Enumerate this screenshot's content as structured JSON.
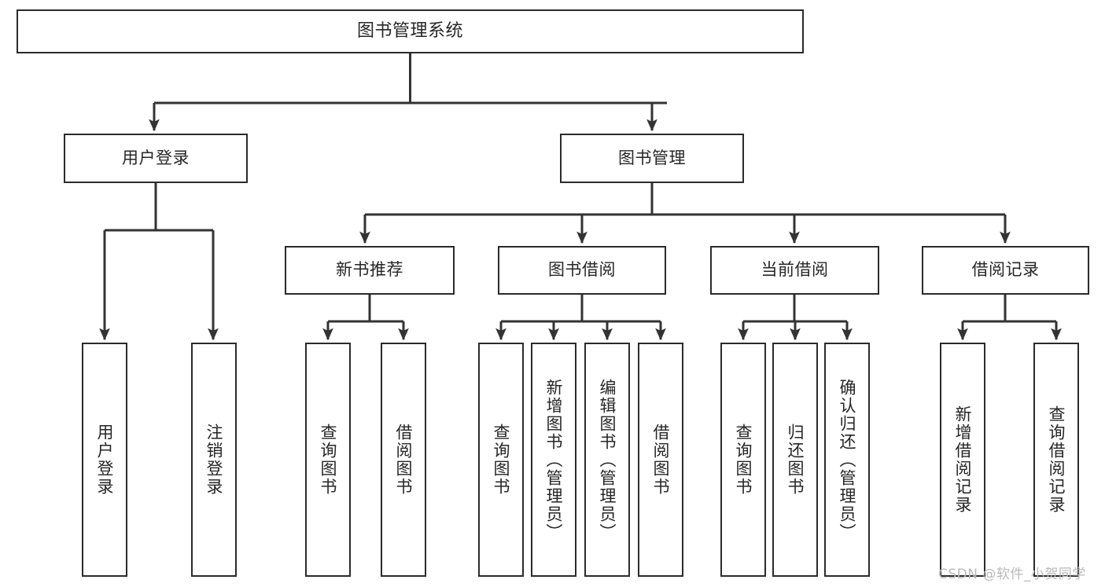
{
  "diagram": {
    "title": "图书管理系统",
    "type": "tree",
    "watermark": "CSDN @软件_小贺同学",
    "colors": {
      "node_border": "#2b2b2b",
      "node_fill": "#ffffff",
      "edge": "#333333",
      "text": "#262626",
      "watermark": "#b9b9b9",
      "background": "#ffffff"
    },
    "nodes": {
      "root": {
        "label": "图书管理系统",
        "level": 1,
        "orientation": "horizontal"
      },
      "user_login": {
        "label": "用户登录",
        "level": 2,
        "orientation": "horizontal"
      },
      "book_manage": {
        "label": "图书管理",
        "level": 2,
        "orientation": "horizontal"
      },
      "new_book_rec": {
        "label": "新书推荐",
        "level": 3,
        "orientation": "horizontal"
      },
      "book_borrow": {
        "label": "图书借阅",
        "level": 3,
        "orientation": "horizontal"
      },
      "current_borrow": {
        "label": "当前借阅",
        "level": 3,
        "orientation": "horizontal"
      },
      "borrow_record": {
        "label": "借阅记录",
        "level": 3,
        "orientation": "horizontal"
      },
      "leaf_user_login": {
        "label": "用户登录",
        "level": 4,
        "orientation": "vertical"
      },
      "leaf_logout": {
        "label": "注销登录",
        "level": 4,
        "orientation": "vertical"
      },
      "leaf_query_book_1": {
        "label": "查询图书",
        "level": 4,
        "orientation": "vertical"
      },
      "leaf_borrow_book_1": {
        "label": "借阅图书",
        "level": 4,
        "orientation": "vertical"
      },
      "leaf_query_book_2": {
        "label": "查询图书",
        "level": 4,
        "orientation": "vertical"
      },
      "leaf_add_book": {
        "label": "新增图书（管理员）",
        "level": 4,
        "orientation": "vertical"
      },
      "leaf_edit_book": {
        "label": "编辑图书（管理员）",
        "level": 4,
        "orientation": "vertical"
      },
      "leaf_borrow_book_2": {
        "label": "借阅图书",
        "level": 4,
        "orientation": "vertical"
      },
      "leaf_query_book_3": {
        "label": "查询图书",
        "level": 4,
        "orientation": "vertical"
      },
      "leaf_return_book": {
        "label": "归还图书",
        "level": 4,
        "orientation": "vertical"
      },
      "leaf_confirm_return": {
        "label": "确认归还（管理员）",
        "level": 4,
        "orientation": "vertical"
      },
      "leaf_add_record": {
        "label": "新增借阅记录",
        "level": 4,
        "orientation": "vertical"
      },
      "leaf_query_record": {
        "label": "查询借阅记录",
        "level": 4,
        "orientation": "vertical"
      }
    },
    "edges": [
      {
        "from": "root",
        "to": "user_login"
      },
      {
        "from": "root",
        "to": "book_manage"
      },
      {
        "from": "user_login",
        "to": "leaf_user_login"
      },
      {
        "from": "user_login",
        "to": "leaf_logout"
      },
      {
        "from": "book_manage",
        "to": "new_book_rec"
      },
      {
        "from": "book_manage",
        "to": "book_borrow"
      },
      {
        "from": "book_manage",
        "to": "current_borrow"
      },
      {
        "from": "book_manage",
        "to": "borrow_record"
      },
      {
        "from": "new_book_rec",
        "to": "leaf_query_book_1"
      },
      {
        "from": "new_book_rec",
        "to": "leaf_borrow_book_1"
      },
      {
        "from": "book_borrow",
        "to": "leaf_query_book_2"
      },
      {
        "from": "book_borrow",
        "to": "leaf_add_book"
      },
      {
        "from": "book_borrow",
        "to": "leaf_edit_book"
      },
      {
        "from": "book_borrow",
        "to": "leaf_borrow_book_2"
      },
      {
        "from": "current_borrow",
        "to": "leaf_query_book_3"
      },
      {
        "from": "current_borrow",
        "to": "leaf_return_book"
      },
      {
        "from": "current_borrow",
        "to": "leaf_confirm_return"
      },
      {
        "from": "borrow_record",
        "to": "leaf_add_record"
      },
      {
        "from": "borrow_record",
        "to": "leaf_query_record"
      }
    ]
  }
}
